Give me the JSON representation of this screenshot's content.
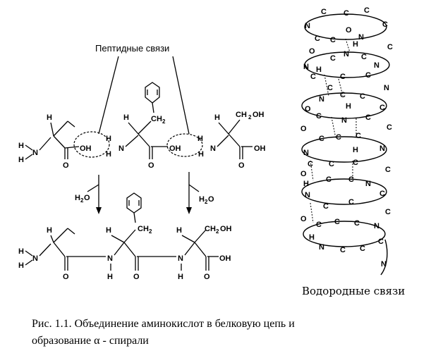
{
  "labels": {
    "peptide_bonds": "Пептидные связи",
    "hydrogen_bonds": "Водородные связи"
  },
  "caption": {
    "line1": "Рис. 1.1.  Объединение аминокислот в белковую цепь и",
    "line2": "образование α - спирали"
  },
  "atoms": {
    "H": "H",
    "N": "N",
    "C": "C",
    "O": "O",
    "OH": "OH",
    "CH2": "CH",
    "two": "2",
    "water_H": "H",
    "water_O": "O",
    "CH2OH_a": "CH",
    "CH2OH_b": "OH"
  }
}
